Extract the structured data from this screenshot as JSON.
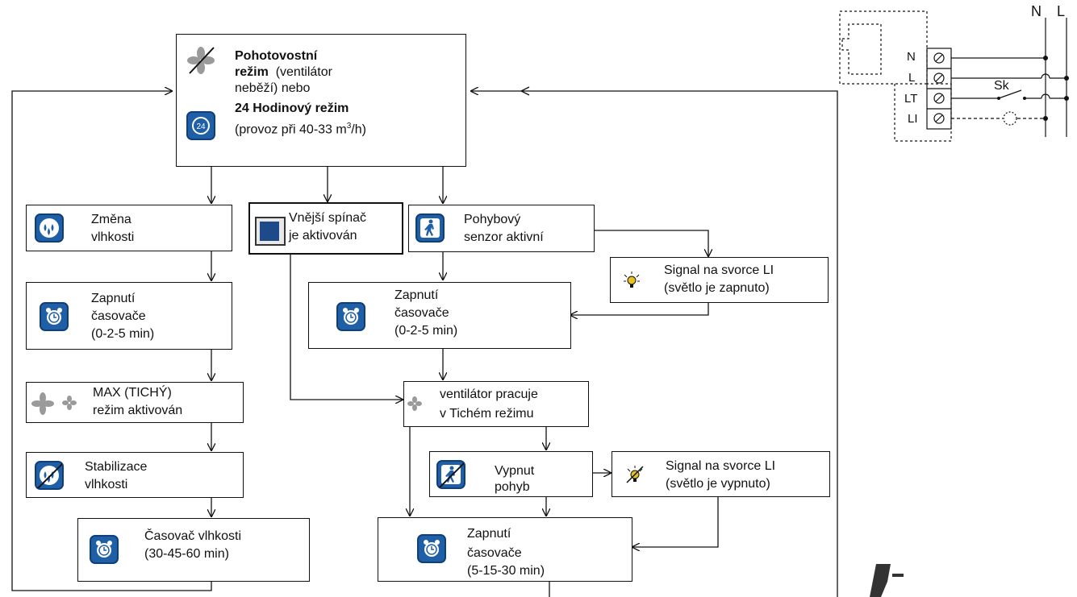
{
  "standby": {
    "line1": "Pohotovostní",
    "line2_bold": "režim",
    "line2_rest": "(ventilátor",
    "line3": "neběží) nebo",
    "line4": "24 Hodinový režim",
    "line5_pre": "(provoz při 40-33 m",
    "line5_sup": "3",
    "line5_post": "/h)",
    "clock_label": "24"
  },
  "humidity_change": {
    "line1": "Změna",
    "line2": "vlhkosti"
  },
  "timer_left": {
    "line1": "Zapnutí",
    "line2": "časovače",
    "line3": "(0-2-5 min)"
  },
  "max_mode": {
    "line1": "MAX (TICHÝ)",
    "line2": "režim aktivován"
  },
  "stabilization": {
    "line1": "Stabilizace",
    "line2": "vlhkosti"
  },
  "humidity_timer": {
    "line1": "Časovač vlhkosti",
    "line2": "(30-45-60 min)"
  },
  "external_switch": {
    "line1": "Vnější spínač",
    "line2": "je aktivován"
  },
  "motion_sensor": {
    "line1": "Pohybový",
    "line2": "senzor aktivní"
  },
  "signal_on": {
    "line1": "Signal na svorce LI",
    "line2": "(světlo je zapnuto)"
  },
  "timer_mid": {
    "line1": "Zapnutí",
    "line2": "časovače",
    "line3": "(0-2-5 min)"
  },
  "quiet_mode": {
    "line1": "ventilátor pracuje",
    "line2": "v Tichém režimu"
  },
  "motion_off": {
    "line1": "Vypnut",
    "line2": "pohyb"
  },
  "signal_off": {
    "line1": "Signal na svorce LI",
    "line2": "(světlo je vypnuto)"
  },
  "timer_bottom": {
    "line1": "Zapnutí",
    "line2": "časovače",
    "line3": "(5-15-30 min)"
  },
  "wiring": {
    "n_top": "N",
    "l_top": "L",
    "terminals": [
      "N",
      "L",
      "LT",
      "LI"
    ],
    "switch_label": "Sk"
  },
  "colors": {
    "icon_blue": "#1f5fa6",
    "line": "#111111",
    "bulb": "#e8c020"
  }
}
